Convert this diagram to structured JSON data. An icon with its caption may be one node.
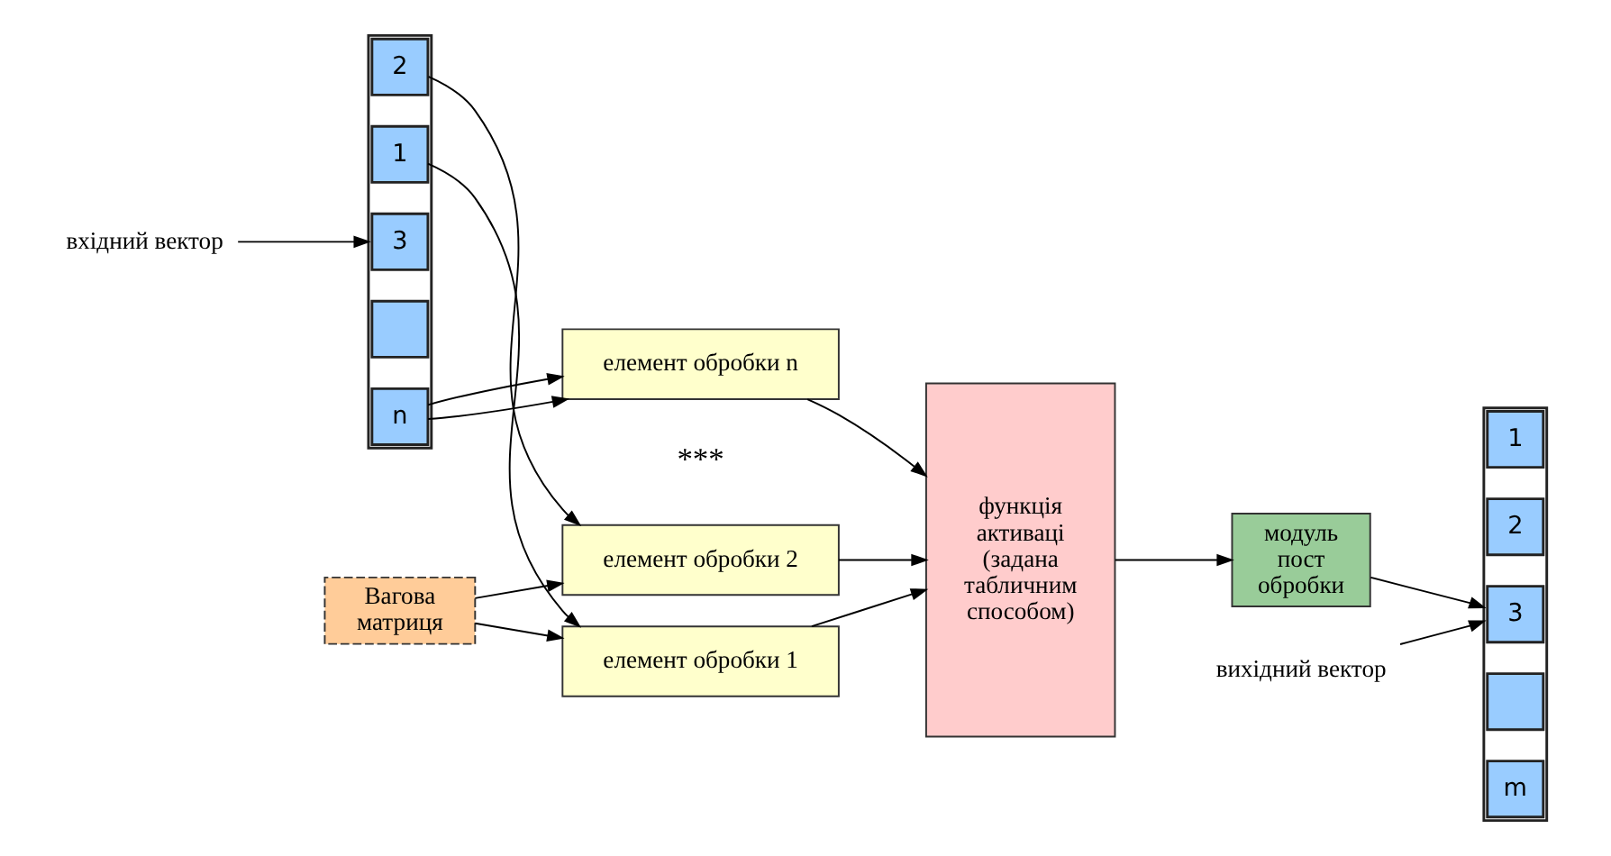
{
  "diagram": {
    "nodes": [
      {
        "text": [],
        "shape": "box"
      },
      {
        "text": [
          "1"
        ],
        "in": 0
      },
      {
        "text": [
          "2"
        ],
        "in": 0
      },
      {
        "text": [
          "3"
        ],
        "in": 0
      },
      {
        "text": [],
        "shape": "box",
        "in": 0
      },
      {
        "text": [
          "n"
        ],
        "in": 0
      },
      {
        "text": [
          "елемент обробки 1"
        ]
      },
      {
        "text": [
          "елемент обробки 2"
        ]
      },
      {
        "text": [
          "елемент обробки n"
        ]
      },
      {
        "text": [
          "функція активаці (задана табличним способом)"
        ]
      },
      {
        "text": [
          "модуль пост обробки"
        ]
      },
      {
        "text": [],
        "shape": "box"
      },
      {
        "text": [
          "1"
        ],
        "in": 11
      },
      {
        "text": [
          "2"
        ],
        "in": 11
      },
      {
        "text": [
          "3"
        ],
        "in": 11
      },
      {
        "text": [],
        "shape": "box",
        "in": 11
      },
      {
        "text": [
          "m"
        ],
        "in": 11
      },
      {
        "text": [
          "Вагова матриця"
        ]
      },
      {
        "text": [
          "вхідний вектор"
        ]
      },
      {
        "text": [
          "вихідний вектор"
        ]
      }
    ],
    "edges": [
      {
        "from": 18,
        "to": 0,
        "arrow": "to"
      },
      {
        "from": 1,
        "to": 6,
        "arrow": "to"
      },
      {
        "from": 2,
        "to": 7,
        "arrow": "to"
      },
      {
        "from": 5,
        "to": 8,
        "arrow": "to"
      },
      {
        "from": 5,
        "to": 8,
        "arrow": "to"
      },
      {
        "from": 17,
        "to": 6,
        "arrow": "to"
      },
      {
        "from": 17,
        "to": 7,
        "arrow": "to"
      },
      {
        "from": 6,
        "to": 9,
        "arrow": "to"
      },
      {
        "from": 7,
        "to": 9,
        "arrow": "to"
      },
      {
        "from": 8,
        "to": 9,
        "arrow": "to"
      },
      {
        "from": 9,
        "to": 10,
        "arrow": "to"
      },
      {
        "from": 10,
        "to": 11,
        "arrow": "to"
      },
      {
        "from": 19,
        "to": 11,
        "arrow": "to"
      }
    ],
    "labels": [
      "***"
    ]
  }
}
